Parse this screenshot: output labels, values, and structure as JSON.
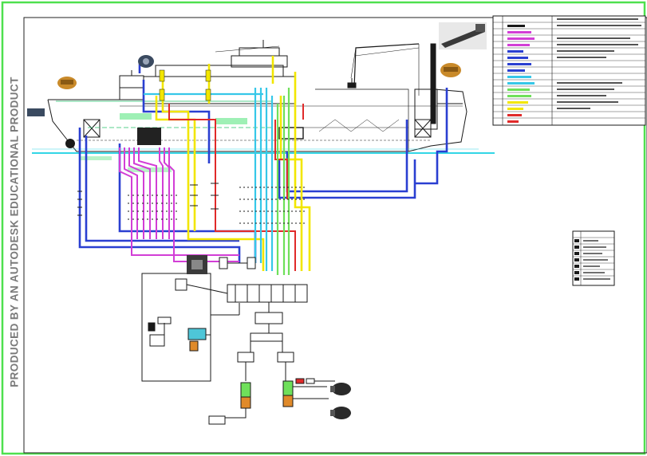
{
  "watermark": {
    "text": "PRODUCED BY AN AUTODESK EDUCATIONAL PRODUCT"
  },
  "colors": {
    "sheet_border": "#4ee04e",
    "ship_outline": "#1a1a1a",
    "waterline": "#33d6e6",
    "pipe_blue": "#2a3fd1",
    "pipe_yellow": "#f2e600",
    "pipe_magenta": "#d23ed6",
    "pipe_cyan": "#36c7e8",
    "pipe_green": "#6fe05a",
    "pipe_red": "#e02a2a",
    "deck_green": "#22c06a",
    "component_orange": "#e08a2a"
  },
  "drawing": {
    "type": "ship hydraulic piping schematic",
    "legend_tables": 2,
    "illustrations": [
      "ship-side-elevation",
      "crane-boom",
      "hydraulic-power-pack",
      "pump-units",
      "winch-motors"
    ]
  }
}
